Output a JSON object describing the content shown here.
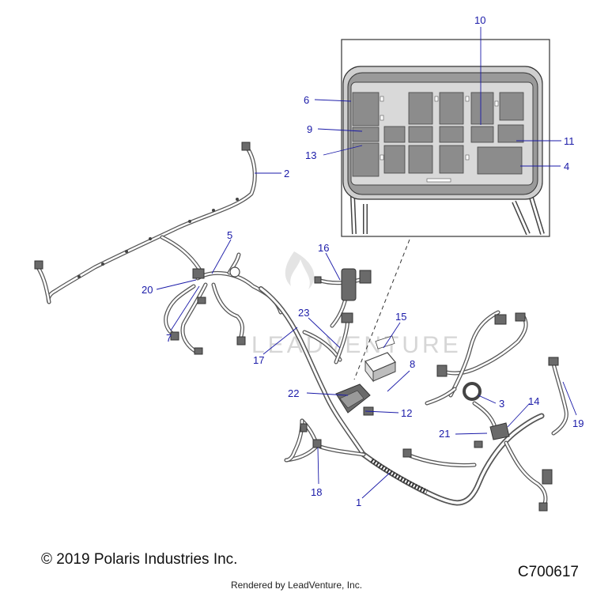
{
  "watermark": "LEADVENTURE",
  "callouts": {
    "c1": "1",
    "c2": "2",
    "c3": "3",
    "c4": "4",
    "c5": "5",
    "c6": "6",
    "c7": "7",
    "c8": "8",
    "c9": "9",
    "c10": "10",
    "c11": "11",
    "c12": "12",
    "c13": "13",
    "c14": "14",
    "c15": "15",
    "c16": "16",
    "c17": "17",
    "c18": "18",
    "c19": "19",
    "c20": "20",
    "c21": "21",
    "c22": "22",
    "c23": "23"
  },
  "footer": {
    "copyright": "© 2019 Polaris Industries Inc.",
    "part_number": "C700617",
    "rendered_by": "Rendered by LeadVenture, Inc."
  },
  "colors": {
    "callout": "#1a1aa8",
    "line": "#444444",
    "relay": "#8c8c8c"
  }
}
